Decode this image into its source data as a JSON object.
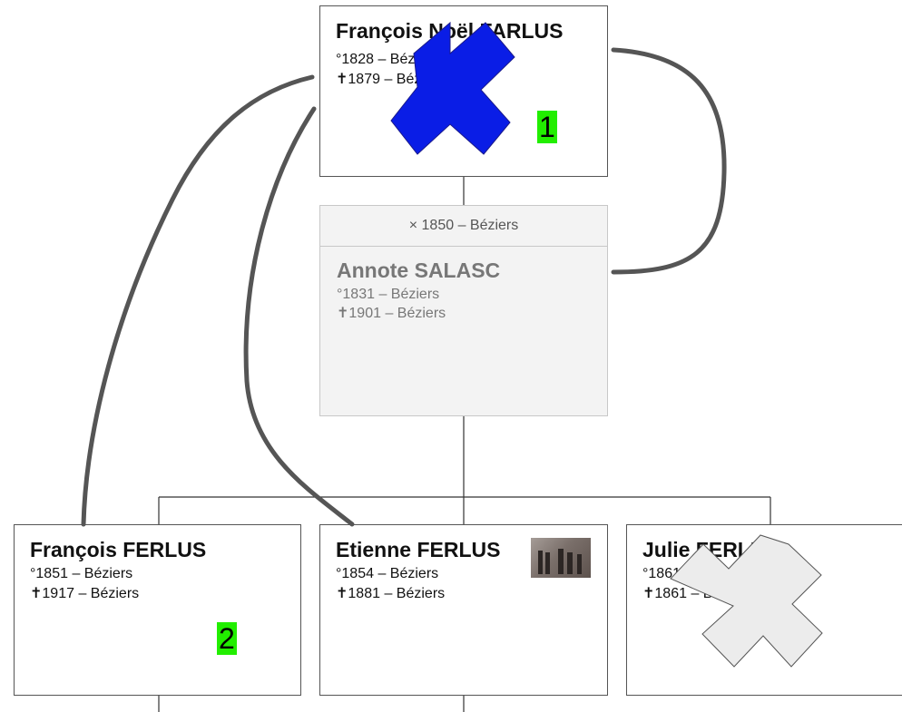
{
  "father": {
    "name": "François Noël FARLUS",
    "birth": "1828 – Béziers",
    "death": "1879 – Béziers"
  },
  "marriage": "× 1850 – Béziers",
  "mother": {
    "name": "Annote SALASC",
    "birth": "1831 – Béziers",
    "death": "1901 – Béziers"
  },
  "children": [
    {
      "name": "François FERLUS",
      "birth": "1851 – Béziers",
      "death": "1917 – Béziers"
    },
    {
      "name": "Etienne FERLUS",
      "birth": "1854 – Béziers",
      "death": "1881 – Béziers"
    },
    {
      "name": "Julie FERLUS",
      "birth": "1861 – Béziers",
      "death": "1861 – Béziers"
    }
  ],
  "symbols": {
    "birth": "°",
    "death": "✝"
  },
  "annotations": {
    "tag1": "1",
    "tag2": "2"
  },
  "colors": {
    "blue_cross": "#0a1de6",
    "gray_cross": "#ececec",
    "tag_bg": "#22ee00",
    "arrow": "#555555"
  }
}
